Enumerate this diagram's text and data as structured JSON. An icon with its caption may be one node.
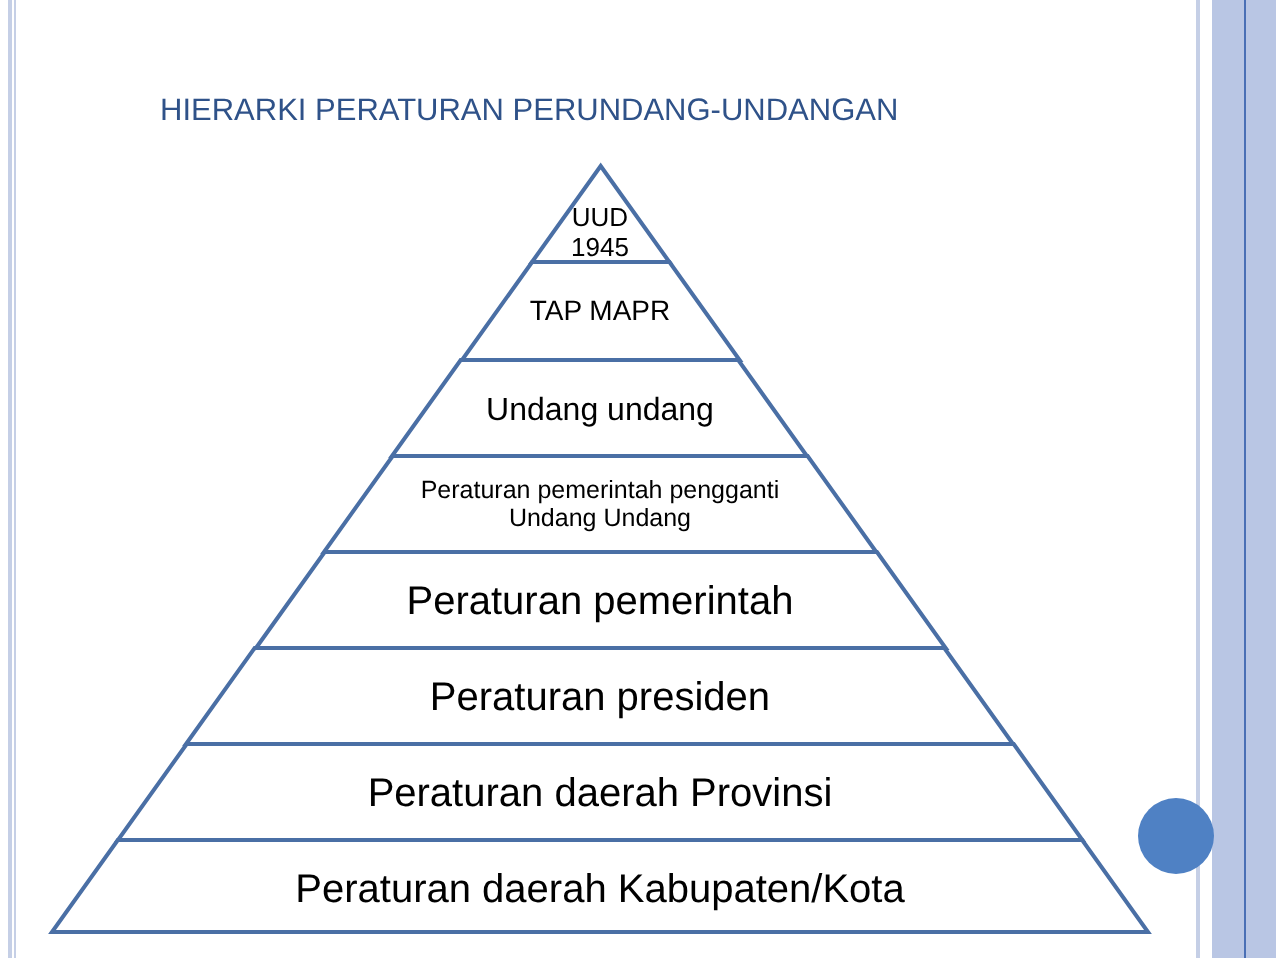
{
  "diagram": {
    "title": "HIERARKI PERATURAN PERUNDANG-UNDANGAN",
    "nodes": [
      {
        "text": [
          "UUD 1945"
        ]
      },
      {
        "text": [
          "TAP MAPR"
        ]
      },
      {
        "text": [
          "Undang undang"
        ]
      },
      {
        "text": [
          "Peraturan pemerintah pengganti Undang Undang"
        ]
      },
      {
        "text": [
          "Peraturan pemerintah"
        ]
      },
      {
        "text": [
          "Peraturan presiden"
        ]
      },
      {
        "text": [
          "Peraturan daerah Provinsi"
        ]
      },
      {
        "text": [
          "Peraturan daerah Kabupaten/Kota"
        ]
      }
    ]
  }
}
